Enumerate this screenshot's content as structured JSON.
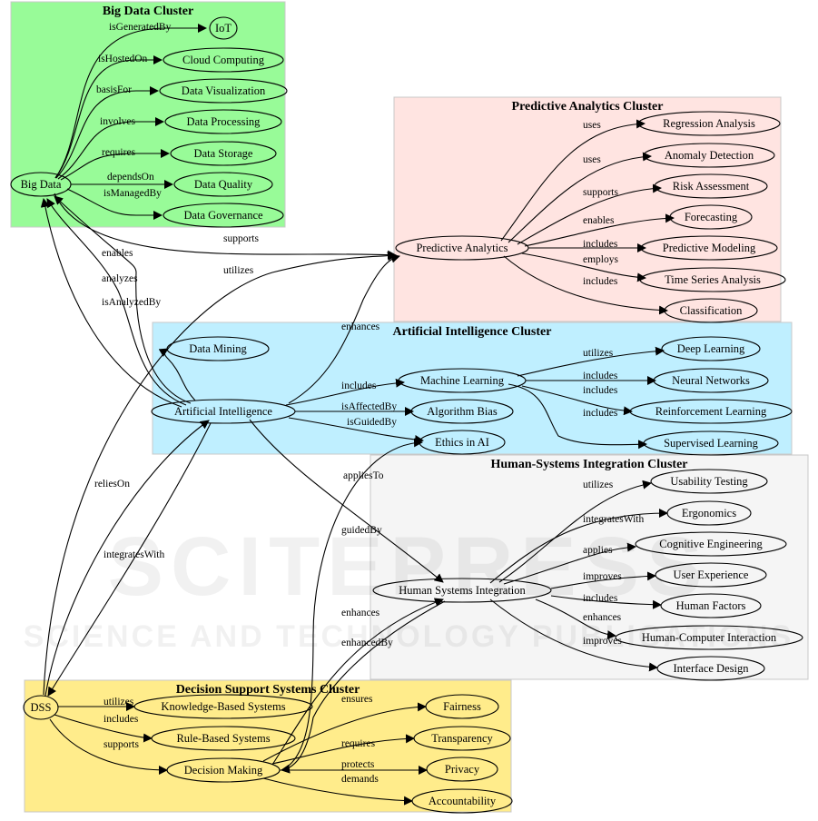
{
  "colors": {
    "big_data": "#98fb98",
    "predictive": "#ffe4e1",
    "ai": "#bfefff",
    "hsi": "#f5f5f5",
    "dss": "#ffec8b",
    "cluster_border": "#c8c8c8",
    "edge": "#000000"
  },
  "watermark": {
    "line1": "SCITEPRESS",
    "line2": "SCIENCE AND TECHNOLOGY PUBLICATIONS"
  },
  "clusters": [
    {
      "id": "big_data",
      "title": "Big Data Cluster"
    },
    {
      "id": "predictive",
      "title": "Predictive Analytics Cluster"
    },
    {
      "id": "ai",
      "title": "Artificial Intelligence Cluster"
    },
    {
      "id": "hsi",
      "title": "Human-Systems Integration Cluster"
    },
    {
      "id": "dss",
      "title": "Decision Support Systems Cluster"
    }
  ],
  "nodes": [
    {
      "id": "bigdata",
      "label": "Big Data"
    },
    {
      "id": "iot",
      "label": "IoT"
    },
    {
      "id": "cloud",
      "label": "Cloud Computing"
    },
    {
      "id": "dataviz",
      "label": "Data Visualization"
    },
    {
      "id": "dataproc",
      "label": "Data Processing"
    },
    {
      "id": "datastore",
      "label": "Data Storage"
    },
    {
      "id": "dataqual",
      "label": "Data Quality"
    },
    {
      "id": "datagov",
      "label": "Data Governance"
    },
    {
      "id": "pa",
      "label": "Predictive Analytics"
    },
    {
      "id": "regression",
      "label": "Regression Analysis"
    },
    {
      "id": "anomaly",
      "label": "Anomaly Detection"
    },
    {
      "id": "risk",
      "label": "Risk Assessment"
    },
    {
      "id": "forecast",
      "label": "Forecasting"
    },
    {
      "id": "predmodel",
      "label": "Predictive Modeling"
    },
    {
      "id": "timeseries",
      "label": "Time Series Analysis"
    },
    {
      "id": "classification",
      "label": "Classification"
    },
    {
      "id": "ai",
      "label": "Artificial Intelligence"
    },
    {
      "id": "datamining",
      "label": "Data Mining"
    },
    {
      "id": "ml",
      "label": "Machine Learning"
    },
    {
      "id": "dl",
      "label": "Deep Learning"
    },
    {
      "id": "nn",
      "label": "Neural Networks"
    },
    {
      "id": "rl",
      "label": "Reinforcement Learning"
    },
    {
      "id": "sl",
      "label": "Supervised Learning"
    },
    {
      "id": "bias",
      "label": "Algorithm Bias"
    },
    {
      "id": "ethics",
      "label": "Ethics in AI"
    },
    {
      "id": "hsi",
      "label": "Human Systems Integration"
    },
    {
      "id": "usability",
      "label": "Usability Testing"
    },
    {
      "id": "ergonomics",
      "label": "Ergonomics"
    },
    {
      "id": "cogeng",
      "label": "Cognitive Engineering"
    },
    {
      "id": "ux",
      "label": "User Experience"
    },
    {
      "id": "hf",
      "label": "Human Factors"
    },
    {
      "id": "hci",
      "label": "Human-Computer Interaction"
    },
    {
      "id": "interface",
      "label": "Interface Design"
    },
    {
      "id": "dss",
      "label": "DSS"
    },
    {
      "id": "kbs",
      "label": "Knowledge-Based Systems"
    },
    {
      "id": "rbs",
      "label": "Rule-Based Systems"
    },
    {
      "id": "dm",
      "label": "Decision Making"
    },
    {
      "id": "fairness",
      "label": "Fairness"
    },
    {
      "id": "transparency",
      "label": "Transparency"
    },
    {
      "id": "privacy",
      "label": "Privacy"
    },
    {
      "id": "accountability",
      "label": "Accountability"
    }
  ],
  "edges": [
    {
      "from": "bigdata",
      "to": "iot",
      "label": "isGeneratedBy"
    },
    {
      "from": "bigdata",
      "to": "cloud",
      "label": "isHostedOn"
    },
    {
      "from": "bigdata",
      "to": "dataviz",
      "label": "basisFor"
    },
    {
      "from": "bigdata",
      "to": "dataproc",
      "label": "involves"
    },
    {
      "from": "bigdata",
      "to": "datastore",
      "label": "requires"
    },
    {
      "from": "bigdata",
      "to": "dataqual",
      "label": "dependsOn"
    },
    {
      "from": "bigdata",
      "to": "datagov",
      "label": "isManagedBy"
    },
    {
      "from": "bigdata",
      "to": "pa",
      "label": "supports"
    },
    {
      "from": "ai",
      "to": "bigdata",
      "label": "enables"
    },
    {
      "from": "ai",
      "to": "bigdata",
      "label": "analyzes"
    },
    {
      "from": "ai",
      "to": "bigdata",
      "label": "isAnalyzedBy"
    },
    {
      "from": "dss",
      "to": "pa",
      "label": "utilizes"
    },
    {
      "from": "pa",
      "to": "regression",
      "label": "uses"
    },
    {
      "from": "pa",
      "to": "anomaly",
      "label": "uses"
    },
    {
      "from": "pa",
      "to": "risk",
      "label": "supports"
    },
    {
      "from": "pa",
      "to": "forecast",
      "label": "enables"
    },
    {
      "from": "pa",
      "to": "predmodel",
      "label": "includes"
    },
    {
      "from": "pa",
      "to": "timeseries",
      "label": "employs"
    },
    {
      "from": "pa",
      "to": "classification",
      "label": "includes"
    },
    {
      "from": "ai",
      "to": "pa",
      "label": "enhances"
    },
    {
      "from": "ai",
      "to": "datamining",
      "label": ""
    },
    {
      "from": "ai",
      "to": "ml",
      "label": "includes"
    },
    {
      "from": "ai",
      "to": "bias",
      "label": "isAffectedBy"
    },
    {
      "from": "ai",
      "to": "ethics",
      "label": "isGuidedBy"
    },
    {
      "from": "ml",
      "to": "dl",
      "label": "utilizes"
    },
    {
      "from": "ml",
      "to": "nn",
      "label": "includes"
    },
    {
      "from": "ml",
      "to": "rl",
      "label": "includes"
    },
    {
      "from": "ml",
      "to": "sl",
      "label": "includes"
    },
    {
      "from": "ai",
      "to": "hsi",
      "label": "appliesTo"
    },
    {
      "from": "dss",
      "to": "ai",
      "label": "reliesOn"
    },
    {
      "from": "ai",
      "to": "dss",
      "label": "integratesWith"
    },
    {
      "from": "dm",
      "to": "ethics",
      "label": "guidedBy"
    },
    {
      "from": "hsi",
      "to": "usability",
      "label": "utilizes"
    },
    {
      "from": "hsi",
      "to": "ergonomics",
      "label": "integratesWith"
    },
    {
      "from": "hsi",
      "to": "cogeng",
      "label": "applies"
    },
    {
      "from": "hsi",
      "to": "ux",
      "label": "improves"
    },
    {
      "from": "hsi",
      "to": "hf",
      "label": "includes"
    },
    {
      "from": "hsi",
      "to": "hci",
      "label": "enhances"
    },
    {
      "from": "hsi",
      "to": "interface",
      "label": "improves"
    },
    {
      "from": "dm",
      "to": "hsi",
      "label": "enhances"
    },
    {
      "from": "hsi",
      "to": "dm",
      "label": "enhancedBy"
    },
    {
      "from": "dss",
      "to": "kbs",
      "label": "utilizes"
    },
    {
      "from": "dss",
      "to": "rbs",
      "label": "includes"
    },
    {
      "from": "dss",
      "to": "dm",
      "label": "supports"
    },
    {
      "from": "dm",
      "to": "fairness",
      "label": "ensures"
    },
    {
      "from": "dm",
      "to": "transparency",
      "label": "requires"
    },
    {
      "from": "dm",
      "to": "privacy",
      "label": "protects"
    },
    {
      "from": "dm",
      "to": "accountability",
      "label": "demands"
    }
  ]
}
